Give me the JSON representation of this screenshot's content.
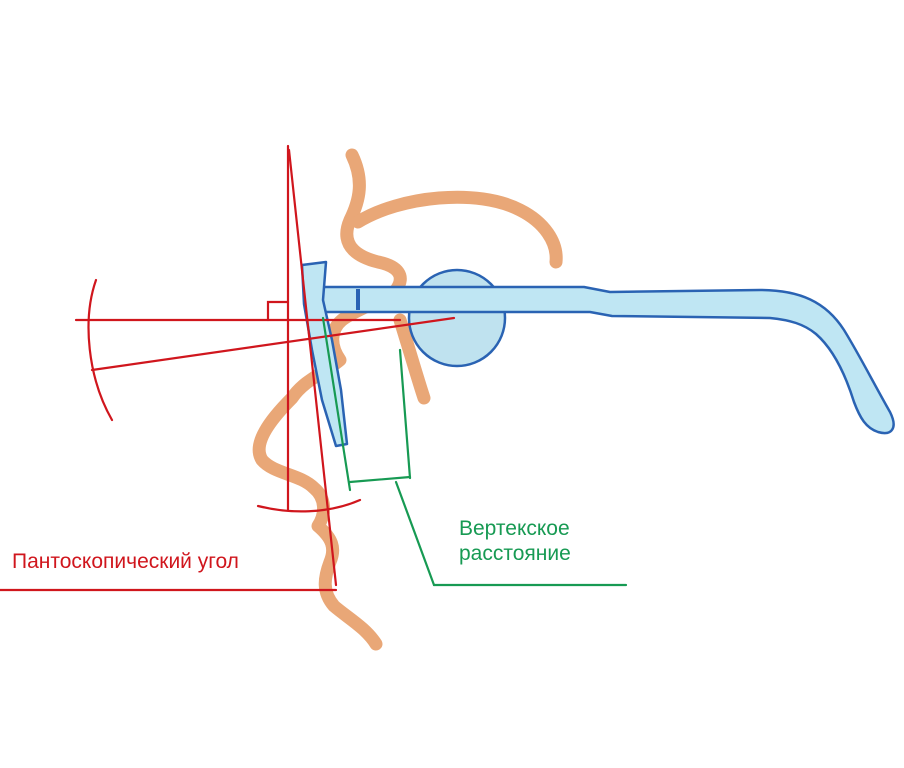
{
  "labels": {
    "pantoscopic_angle": "Пантоскопический угол",
    "vertex_distance_line1": "Вертекское",
    "vertex_distance_line2": "расстояние"
  },
  "colors": {
    "pantoscopic": "#d0161d",
    "vertex": "#179a53",
    "head_profile": "#e9a777",
    "glasses_fill": "#bfe6f3",
    "glasses_stroke": "#2a63b3",
    "eye_fill": "#bfe2ef",
    "background": "#ffffff"
  },
  "icons": {
    "head": "head-profile-outline",
    "glasses": "spectacles-side-view",
    "eye": "eye-ball",
    "angle_arc": "angle-arc"
  }
}
